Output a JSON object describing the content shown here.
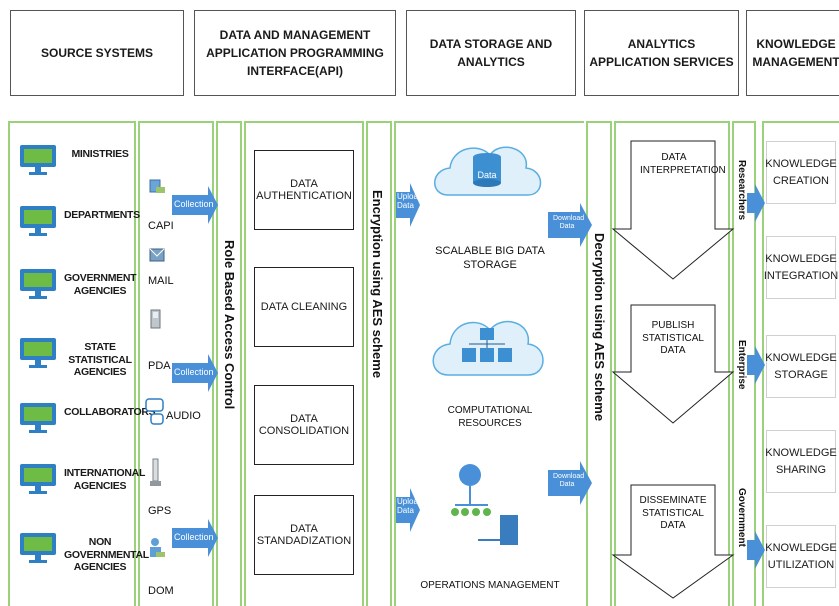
{
  "headers": {
    "source": "SOURCE SYSTEMS",
    "api": "DATA AND MANAGEMENT APPLICATION PROGRAMMING INTERFACE(API)",
    "storage": "DATA STORAGE AND ANALYTICS",
    "analytics": "ANALYTICS APPLICATION SERVICES",
    "knowledge": "KNOWLEDGE MANAGEMENT"
  },
  "sources": [
    "MINISTRIES",
    "DEPARTMENTS",
    "GOVERNMENT AGENCIES",
    "STATE STATISTICAL AGENCIES",
    "COLLABORATORS",
    "INTERNATIONAL AGENCIES",
    "NON GOVERNMENTAL AGENCIES"
  ],
  "collection_methods": [
    "CAPI",
    "MAIL",
    "PDA",
    "AUDIO",
    "GPS",
    "DOM"
  ],
  "collection_arrow_label": "Collection",
  "role_based": "Role Based Access Control",
  "api_steps": [
    "DATA AUTHENTICATION",
    "DATA CLEANING",
    "DATA CONSOLIDATION",
    "DATA STANDADIZATION"
  ],
  "encryption": "Encryption using AES scheme",
  "upload_label": "Upload Data",
  "storage": {
    "db_label": "Data",
    "big_data": "SCALABLE BIG DATA STORAGE",
    "compute": "COMPUTATIONAL RESOURCES",
    "ops": "OPERATIONS MANAGEMENT"
  },
  "download_label": "Download Data",
  "decryption": "Decryption using AES scheme",
  "analytics_steps": [
    "DATA INTERPRETATION",
    "PUBLISH STATISTICAL DATA",
    "DISSEMINATE STATISTICAL DATA"
  ],
  "users": [
    "Researchers",
    "Enterprise",
    "Government"
  ],
  "knowledge": [
    "KNOWLEDGE CREATION",
    "KNOWLEDGE INTEGRATION",
    "KNOWLEDGE STORAGE",
    "KNOWLEDGE SHARING",
    "KNOWLEDGE UTILIZATION"
  ],
  "colors": {
    "panel_border": "#9bd17a",
    "arrow_blue": "#4a90d9",
    "cloud_fill": "#dff0fb",
    "cloud_stroke": "#5aaee0"
  }
}
